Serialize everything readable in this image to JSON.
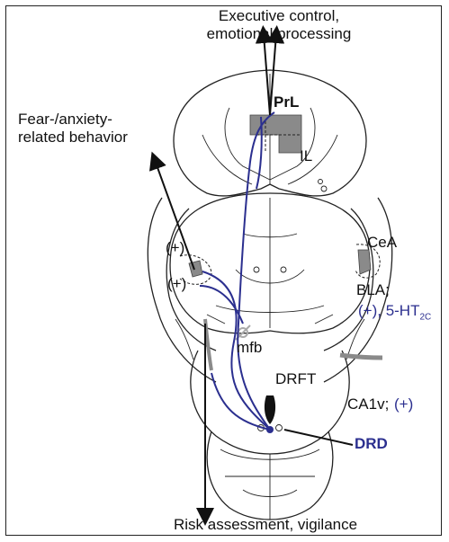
{
  "labels": {
    "top": "Executive control,\nemotional processing",
    "left": "Fear-/anxiety-\nrelated behavior",
    "bottom": "Risk assessment, vigilance",
    "prl": "PrL",
    "il": "IL",
    "cea": "CeA",
    "bla": "BLA;",
    "bla_receptor_prefix": "(+), 5-HT",
    "bla_receptor_sub": "2C",
    "mfb": "mfb",
    "drft": "DRFT",
    "ca1v": "CA1v;",
    "ca1v_sign": "(+)",
    "drd": "DRD",
    "amyg_plus_upper": "(+)",
    "amyg_plus_lower": "(+)"
  },
  "colors": {
    "projection": "#2b2f8f",
    "outline": "#222222",
    "region_fill": "#8a8a8a"
  }
}
